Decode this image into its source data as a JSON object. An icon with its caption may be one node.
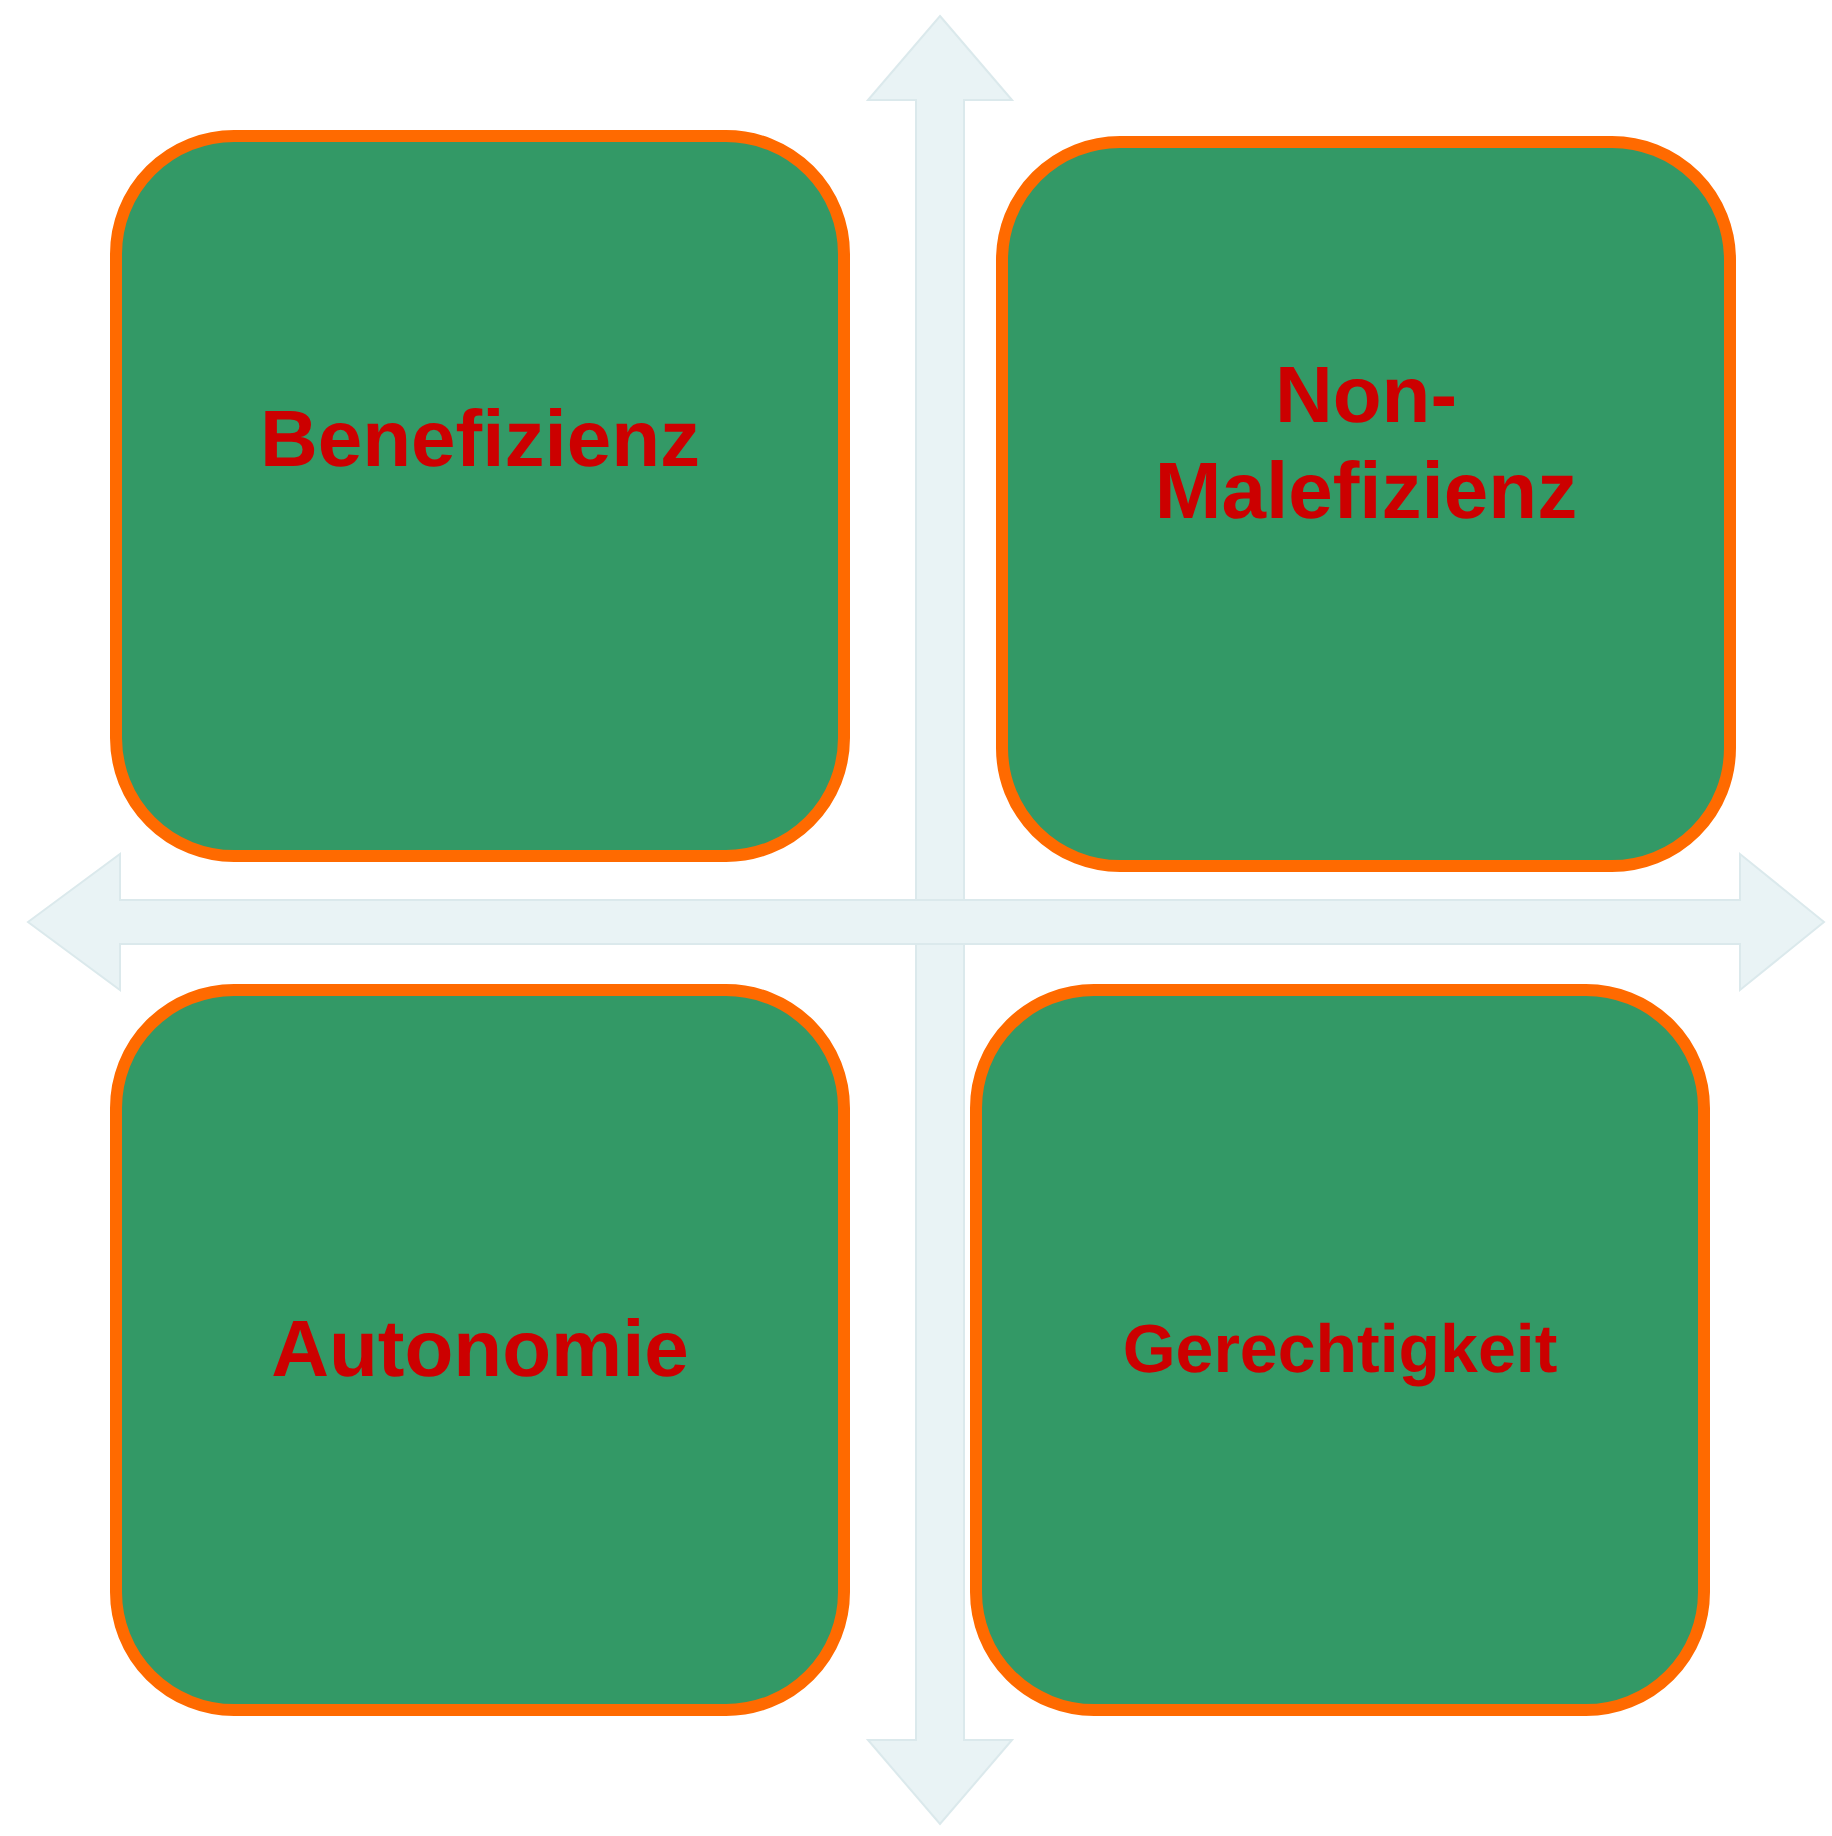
{
  "diagram": {
    "nodes": [
      {
        "text": [
          "Benefizienz"
        ]
      },
      {
        "text": [
          "Non- Malefizienz"
        ]
      },
      {
        "text": [
          "Autonomie"
        ]
      },
      {
        "text": [
          "Gerechtigkeit"
        ]
      }
    ]
  }
}
